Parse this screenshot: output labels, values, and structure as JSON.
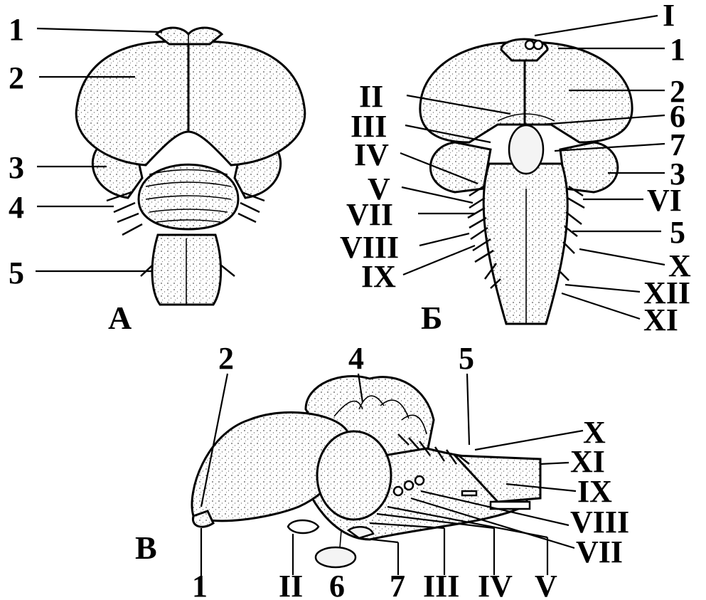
{
  "panels": {
    "a": {
      "letter": "А",
      "labels": [
        "1",
        "2",
        "3",
        "4",
        "5"
      ]
    },
    "b": {
      "letter": "Б",
      "left_labels": [
        "II",
        "III",
        "IV",
        "V",
        "VII",
        "VIII",
        "IX"
      ],
      "right_labels": [
        "I",
        "1",
        "2",
        "6",
        "7",
        "3",
        "VI",
        "5",
        "X",
        "XII",
        "XI"
      ]
    },
    "c": {
      "letter": "В",
      "top_labels": [
        "2",
        "4",
        "5"
      ],
      "right_labels": [
        "X",
        "XI",
        "IX",
        "VIII",
        "VII"
      ],
      "bottom_labels": [
        "1",
        "II",
        "6",
        "7",
        "III",
        "IV",
        "V"
      ]
    }
  }
}
